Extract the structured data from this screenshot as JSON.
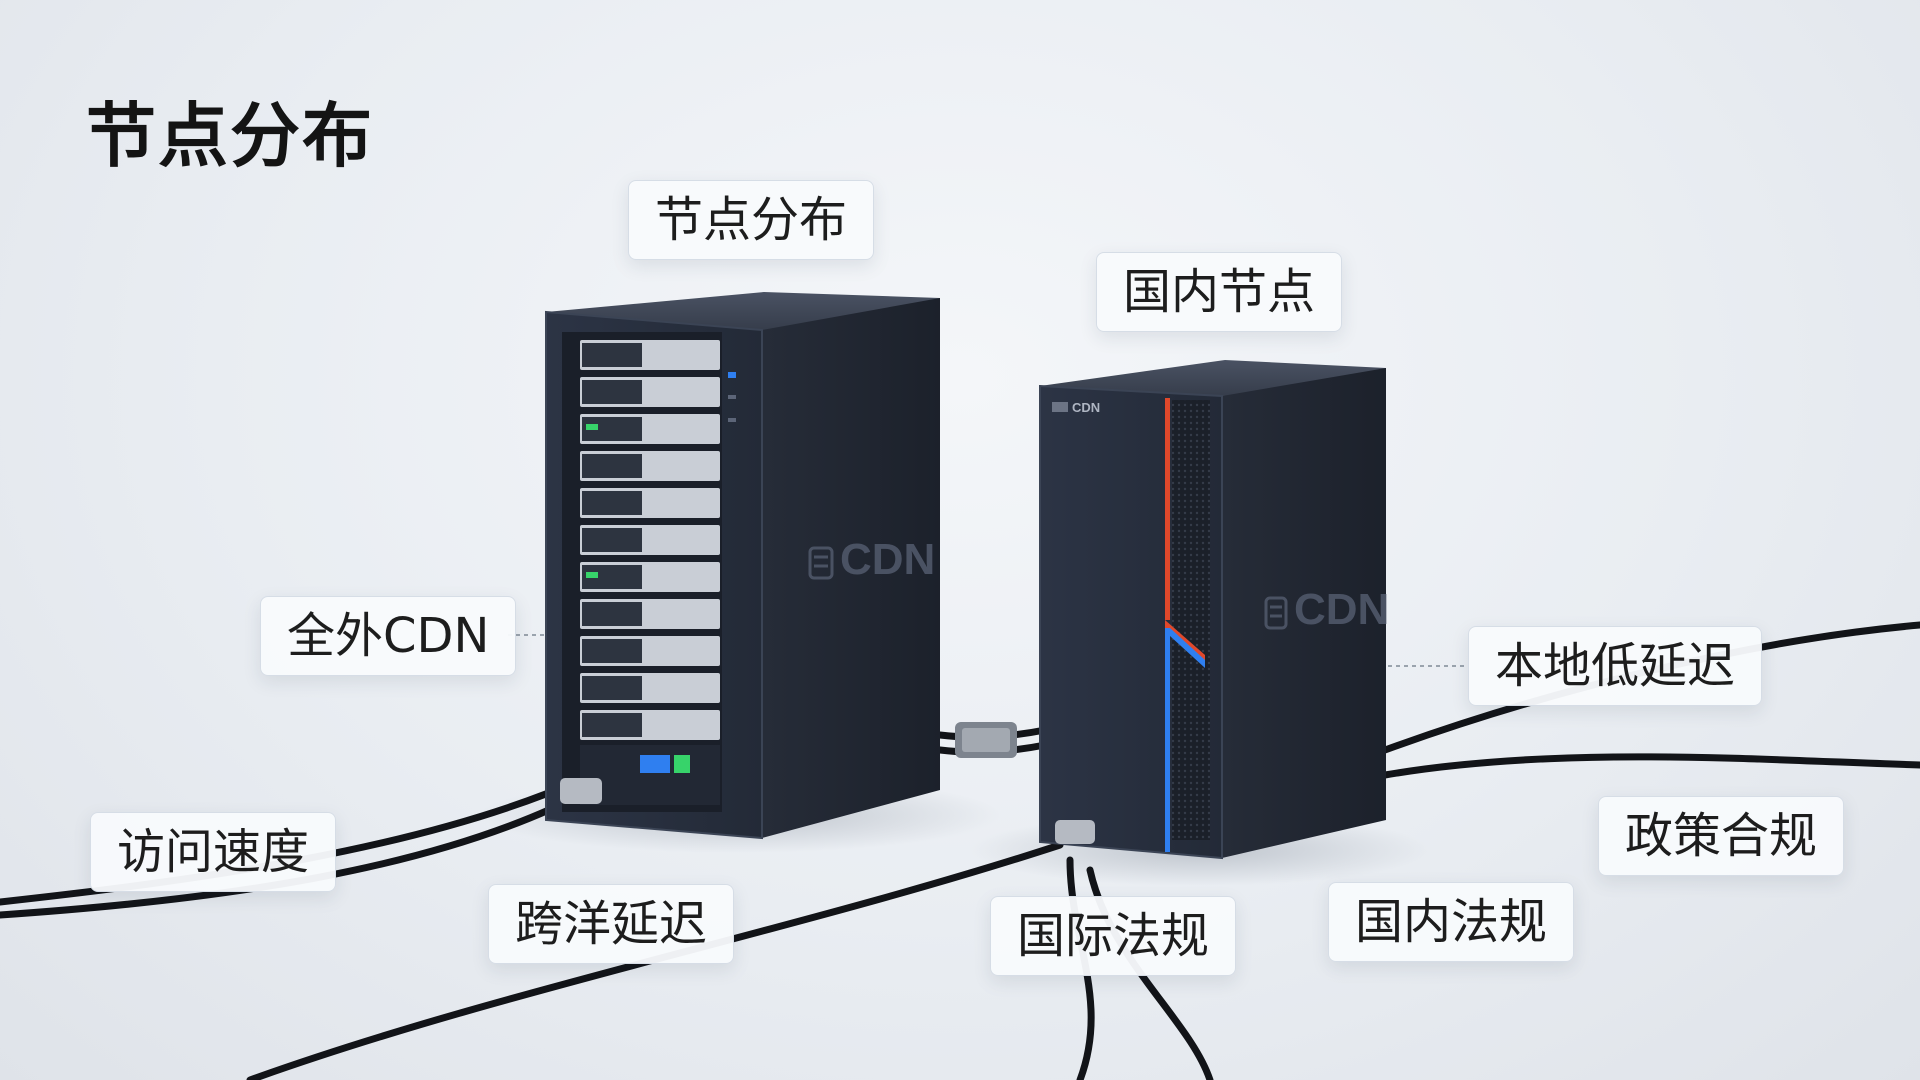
{
  "page_title": "节点分布",
  "labels": {
    "top_center": "节点分布",
    "domestic_node": "国内节点",
    "overseas_cdn": "全外CDN",
    "local_latency": "本地低延迟",
    "access_speed": "访问速度",
    "ocean_latency": "跨洋延迟",
    "intl_law": "国际法规",
    "domestic_law": "国内法规",
    "policy": "政策合规"
  },
  "devices": {
    "left_server_brand": "CDN",
    "right_server_brand": "CDN",
    "right_server_badge": "CDN"
  },
  "colors": {
    "chassis": "#2a3140",
    "chassis_side": "#1f2430",
    "accent_red": "#e0482b",
    "accent_blue": "#2f7ff0",
    "cable": "#121418"
  }
}
